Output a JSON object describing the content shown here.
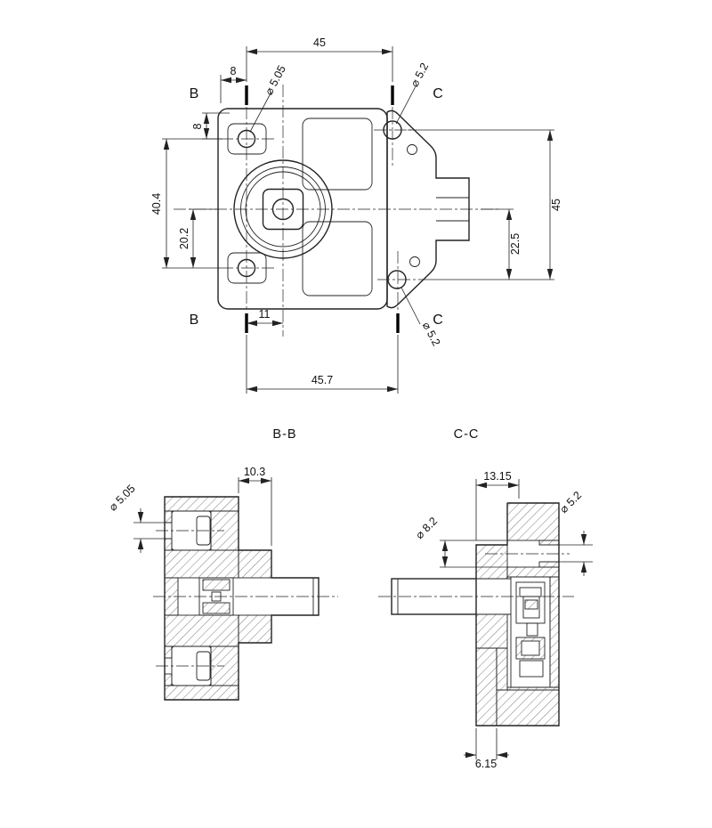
{
  "front_view": {
    "section_label_b": "B",
    "section_label_c": "C",
    "dims": {
      "width_top": "45",
      "edge_offset_top": "8",
      "edge_offset_left": "8",
      "height_left": "40.4",
      "center_height_left": "20.2",
      "height_right": "45",
      "center_height_right": "22.5",
      "center_offset_bottom": "11",
      "width_bottom": "45.7",
      "hole_dia_left": "⌀ 5.05",
      "hole_dia_right_top": "⌀ 5.2",
      "hole_dia_right_bottom": "⌀ 5.2"
    }
  },
  "section_bb": {
    "title": "B-B",
    "dims": {
      "boss_depth": "10.3",
      "hole_dia": "⌀ 5.05"
    }
  },
  "section_cc": {
    "title": "C-C",
    "dims": {
      "top_width": "13.15",
      "hole_dia": "⌀ 5.2",
      "counterbore_dia": "⌀ 8.2",
      "bottom_width": "6.15"
    }
  }
}
